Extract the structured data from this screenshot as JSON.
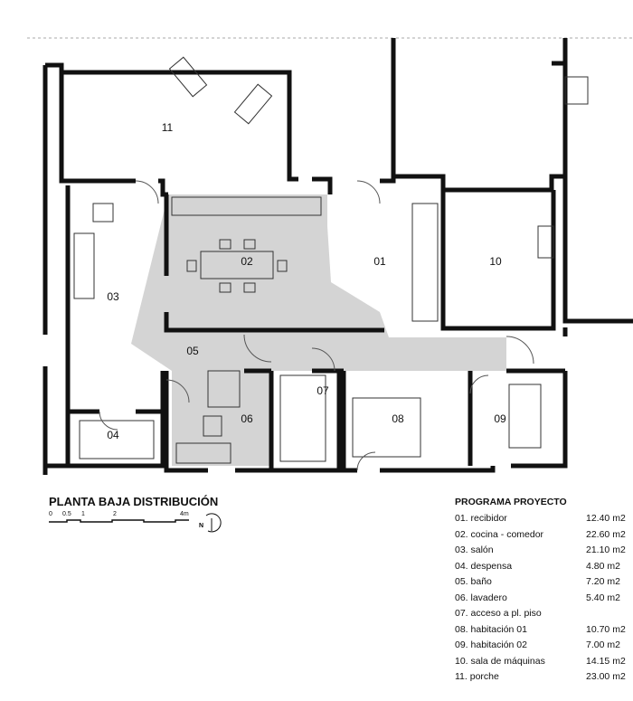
{
  "rooms": {
    "r01": "01",
    "r02": "02",
    "r03": "03",
    "r04": "04",
    "r05": "05",
    "r06": "06",
    "r07": "07",
    "r08": "08",
    "r09": "09",
    "r10": "10",
    "r11": "11"
  },
  "plan_title": "PLANTA BAJA DISTRIBUCIÓN",
  "scale_bar": {
    "ticks": [
      "0",
      "0.5",
      "1",
      "2",
      "4m"
    ]
  },
  "north": "N",
  "program": {
    "title": "PROGRAMA PROYECTO",
    "items": [
      {
        "name": "01. recibidor",
        "area": "12.40 m2"
      },
      {
        "name": "02. cocina - comedor",
        "area": "22.60 m2"
      },
      {
        "name": "03. salón",
        "area": "21.10 m2"
      },
      {
        "name": "04. despensa",
        "area": "4.80 m2"
      },
      {
        "name": "05. baño",
        "area": "7.20 m2"
      },
      {
        "name": "06. lavadero",
        "area": "5.40 m2"
      },
      {
        "name": "07. acceso a pl. piso",
        "area": ""
      },
      {
        "name": "08. habitación 01",
        "area": "10.70 m2"
      },
      {
        "name": "09. habitación 02",
        "area": "7.00 m2"
      },
      {
        "name": "10. sala de máquinas",
        "area": "14.15 m2"
      },
      {
        "name": "11. porche",
        "area": "23.00 m2"
      }
    ]
  },
  "colors": {
    "wall": "#111111",
    "highlight": "#d4d4d4"
  }
}
